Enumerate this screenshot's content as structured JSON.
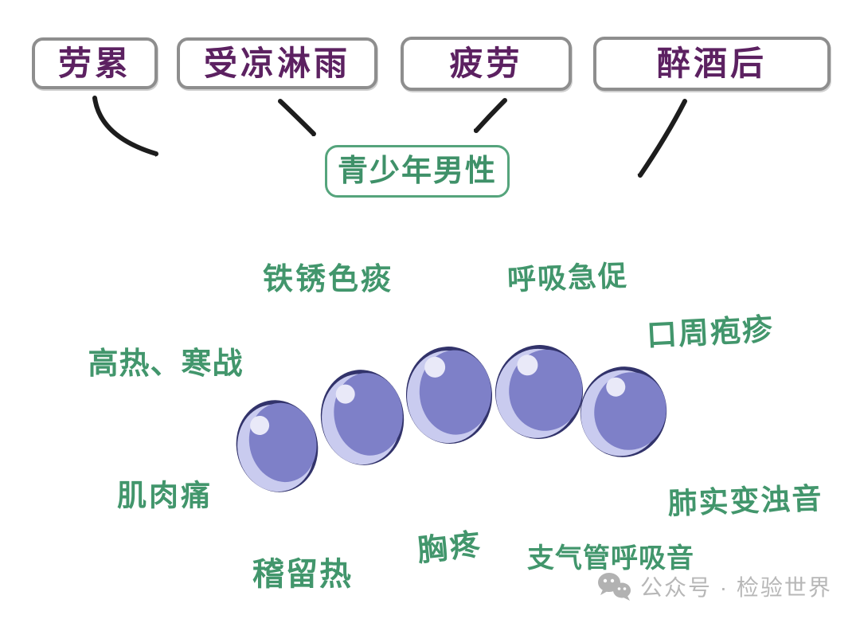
{
  "causes": [
    {
      "label": "劳累"
    },
    {
      "label": "受凉淋雨"
    },
    {
      "label": "疲劳"
    },
    {
      "label": "醉酒后"
    }
  ],
  "subject": {
    "label": "青少年男性"
  },
  "symptoms": [
    {
      "label": "铁锈色痰"
    },
    {
      "label": "呼吸急促"
    },
    {
      "label": "口周疱疹"
    },
    {
      "label": "高热、寒战"
    },
    {
      "label": "肌肉痛"
    },
    {
      "label": "稽留热"
    },
    {
      "label": "胸疼"
    },
    {
      "label": "支气管呼吸音"
    },
    {
      "label": "肺实变浊音"
    }
  ],
  "bacteria": {
    "count": 5
  },
  "watermark": {
    "icon": "wechat-icon",
    "label": "公众号 · 检验世界"
  },
  "colors": {
    "cause_text": "#5c2161",
    "cause_border": "#8e8e8e",
    "green_text": "#42966c",
    "subject_border": "#55a47c",
    "arrow": "#1d1d1d",
    "bacteria_body": "#7e80c8",
    "bacteria_outline": "#32336b",
    "bacteria_highlight": "#c9cbef",
    "bacteria_dot": "#e9e9f8",
    "watermark_gray": "#b7b7b7"
  }
}
